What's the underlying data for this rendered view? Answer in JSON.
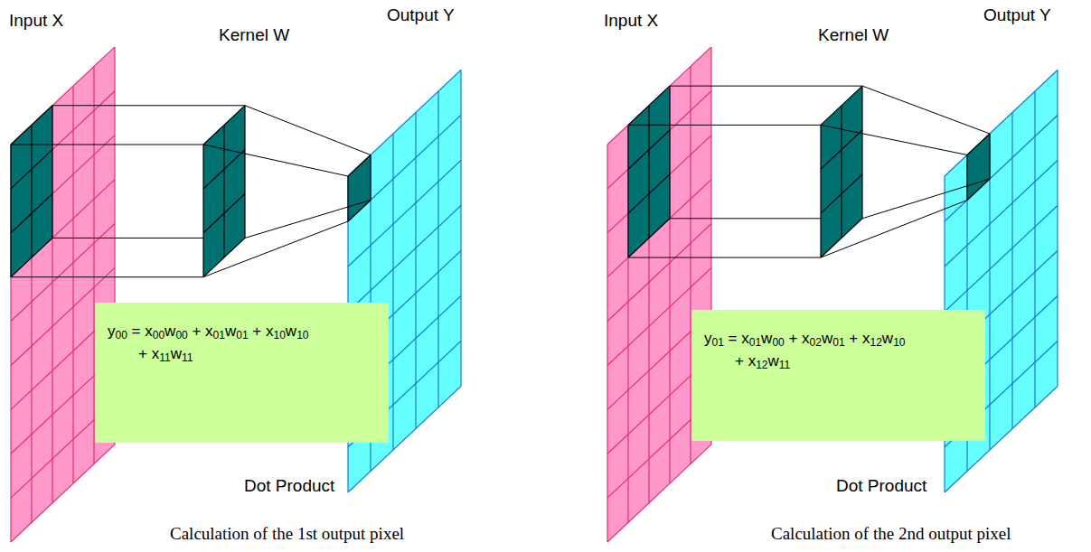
{
  "diagram": {
    "nodes": [
      {
        "text": [
          "y00 = x00w00 + x01w01 + x10w10 + x11w11"
        ]
      },
      {
        "text": [
          "y01 = x01w00 + x02w01 + x12w10 + x12w11"
        ]
      }
    ],
    "labels": [
      "Input X",
      "Kernel W",
      "Output Y",
      "Dot Product",
      "Calculation of the 1st output pixel",
      "Input X",
      "Kernel W",
      "Output Y",
      "Dot Product",
      "Calculation of the 2nd output pixel"
    ]
  }
}
